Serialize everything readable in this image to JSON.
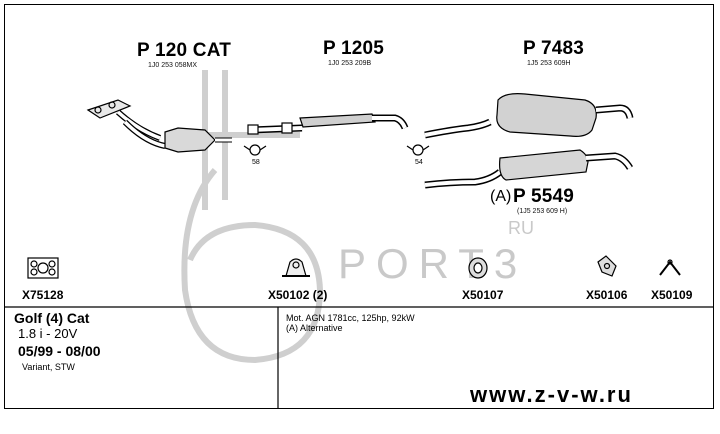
{
  "parts": [
    {
      "id": "p120",
      "code": "P 120 CAT",
      "oem": "1J0 253 058MX"
    },
    {
      "id": "p1205",
      "code": "P 1205",
      "oem": "1J0 253 209B"
    },
    {
      "id": "p7483",
      "code": "P 7483",
      "oem": "1J5 253 609H"
    },
    {
      "id": "p5549",
      "prefix": "(A)",
      "code": "P 5549",
      "oem": "(1J5 253 609 H)"
    }
  ],
  "clamps": [
    {
      "number": "58"
    },
    {
      "number": "54"
    }
  ],
  "hardware": [
    {
      "code": "X75128"
    },
    {
      "code": "X50102 (2)"
    },
    {
      "code": "X50107"
    },
    {
      "code": "X50106"
    },
    {
      "code": "X50109"
    }
  ],
  "vehicle": {
    "model": "Golf (4) Cat",
    "engine": "1.8 i - 20V",
    "years": "05/99 - 08/00",
    "body": "Variant, STW"
  },
  "notes": {
    "motor": "Mot. AGN 1781cc, 125hp, 92kW",
    "alternative": "(A) Alternative"
  },
  "watermark": {
    "brand": "PORT3",
    "tld": "RU"
  },
  "footer": {
    "url": "www.z-v-w.ru"
  }
}
